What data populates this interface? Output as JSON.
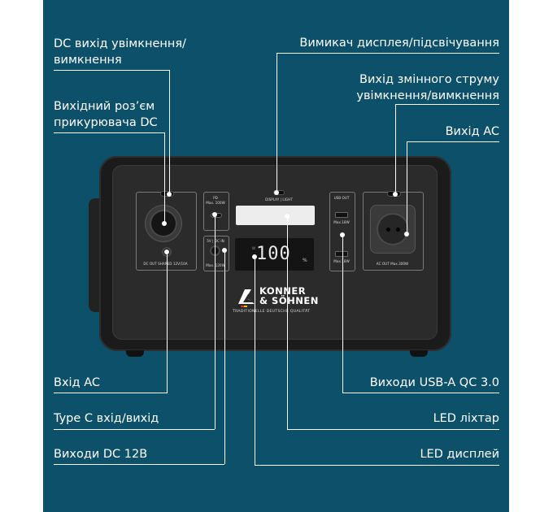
{
  "callouts": {
    "dc_switch": "DC вихід увімкнення/\nвимкнення",
    "car_socket": "Вихідний роз’єм\nприкурювача DC",
    "ac_input": "Вхід AC",
    "type_c": "Type C вхід/вихід",
    "dc_outputs": "Виходи DC 12В",
    "display_switch": "Вимикач дисплея/підсвічування",
    "ac_switch": "Вихід змінного струму\nувімкнення/вимкнення",
    "ac_output": "Вихід AC",
    "usb_outputs": "Виходи USB-A QC 3.0",
    "led_lamp": "LED ліхтар",
    "led_display": "LED дисплей"
  },
  "device": {
    "display_light": "DISPLAY | LIGHT",
    "pd_label": "PD",
    "pd_max": "Max. 100W",
    "dc_in_label": "5V | DC IN",
    "dc_in_max": "Max. 120W",
    "usb_out_label": "USB OUT",
    "usb_max_1": "Max.18W",
    "usb_max_2": "Max.18W",
    "dc_out_label": "DC OUT SHARED 12V/10A",
    "ac_out_label": "AC OUT Max.300W",
    "lcd_value": "100",
    "lcd_unit": "%",
    "lcd_w": "W",
    "brand_name": "KONNER\n& SÖHNEN",
    "brand_tagline": "TRADITIONELLE DEUTSCHE QUALITÄT"
  },
  "colors": {
    "background": "#0d5069",
    "device": "#2b2b2b",
    "text": "#ffffff"
  }
}
